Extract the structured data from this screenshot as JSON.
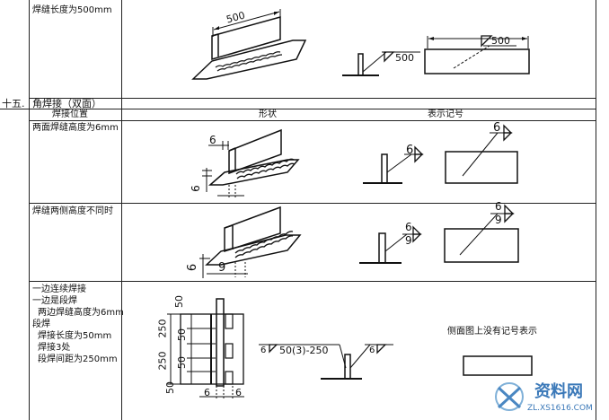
{
  "row_prev": {
    "label": "焊缝长度为500mm",
    "dim": "500",
    "sym": "500"
  },
  "section": {
    "number": "十五.",
    "title": "角焊接（双面）"
  },
  "headers": {
    "position": "焊接位置",
    "shape": "形状",
    "symbol": "表示记号"
  },
  "rows": [
    {
      "label": "两面焊缝高度为6mm",
      "dim_a": "6",
      "dim_b": "6",
      "sym_top": "6",
      "sym_r": "6"
    },
    {
      "label": "焊缝两侧高度不同时",
      "dim_a": "6",
      "dim_b": "9",
      "sym_top": "6",
      "sym_bot": "9",
      "sym_r_top": "6",
      "sym_r_bot": "9"
    },
    {
      "label_lines": [
        "一边连续焊接",
        "一边是段焊",
        "两边焊缝高度为6mm",
        "段焊",
        "焊接长度为50mm",
        "焊接3处",
        "段焊间距为250mm"
      ],
      "dims": [
        "50",
        "250",
        "50",
        "250",
        "50",
        "50",
        "6",
        "6"
      ],
      "sym_left": "6",
      "sym_main": "50(3)-250",
      "sym_right": "6",
      "note": "侧面图上没有记号表示"
    }
  ],
  "watermark": {
    "brand": "资料网",
    "url": "ZL.XS1616.COM"
  }
}
